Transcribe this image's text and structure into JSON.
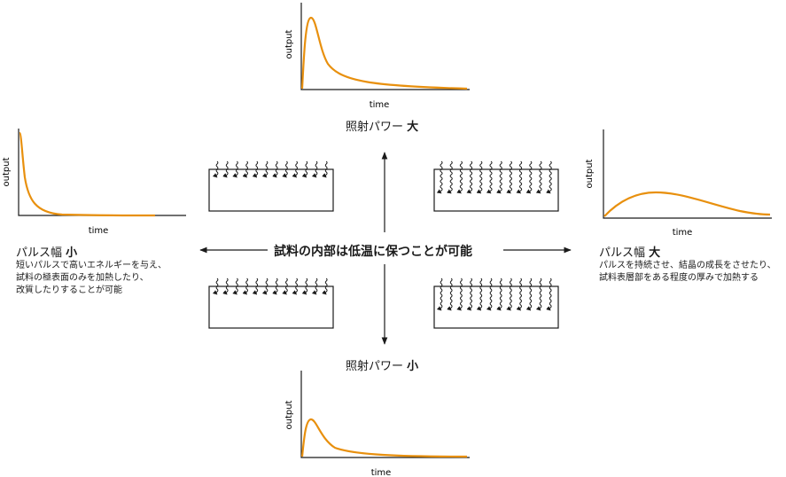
{
  "colors": {
    "curve": "#e8900e",
    "ink": "#1a1a1a"
  },
  "center": {
    "text": "試料の内部は低温に保つことが可能"
  },
  "top": {
    "power_label": "照射パワー",
    "power_size": "大"
  },
  "bottom": {
    "power_label": "照射パワー",
    "power_size": "小"
  },
  "left": {
    "pulse_label": "パルス幅",
    "pulse_size": "小",
    "desc": [
      "短いパルスで高いエネルギーを与え、",
      "試料の極表面のみを加熱したり、",
      "改質したりすることが可能"
    ]
  },
  "right": {
    "pulse_label": "パルス幅",
    "pulse_size": "大",
    "desc": [
      "パルスを持続させ、結晶の成長をさせたり、",
      "試料表層部をある程度の厚みで加熱する"
    ]
  },
  "graphs": {
    "top": {
      "xlabel": "time",
      "ylabel": "output"
    },
    "left": {
      "xlabel": "time",
      "ylabel": "output"
    },
    "right": {
      "xlabel": "time",
      "ylabel": "output"
    },
    "bottom": {
      "xlabel": "time",
      "ylabel": "output"
    }
  }
}
